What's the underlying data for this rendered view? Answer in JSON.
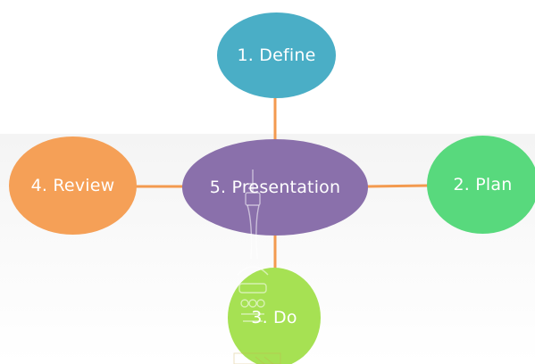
{
  "diagram": {
    "center": {
      "label": "5. Presentation",
      "color": "#8a70ab"
    },
    "nodes": [
      {
        "label": "1. Define",
        "color": "#4aaec6"
      },
      {
        "label": "2. Plan",
        "color": "#58d97d"
      },
      {
        "label": "3. Do",
        "color": "#a6e153"
      },
      {
        "label": "4. Review",
        "color": "#f5a057"
      }
    ],
    "connector_color": "#f39a4f"
  }
}
